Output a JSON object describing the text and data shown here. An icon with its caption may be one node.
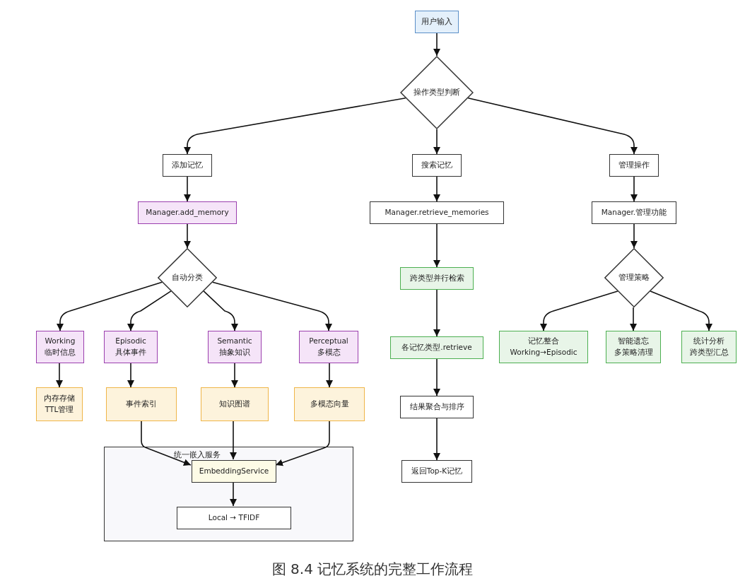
{
  "diagram": {
    "caption": "图 8.4 记忆系统的完整工作流程",
    "nodes": [
      {
        "text": [
          "用户输入"
        ]
      },
      {
        "text": [
          "操作类型判断"
        ]
      },
      {
        "text": [
          "添加记忆"
        ]
      },
      {
        "text": [
          "搜索记忆"
        ]
      },
      {
        "text": [
          "管理操作"
        ]
      },
      {
        "text": [
          "Manager.add_memory"
        ]
      },
      {
        "text": [
          "Manager.retrieve_memories"
        ]
      },
      {
        "text": [
          "Manager.管理功能"
        ]
      },
      {
        "text": [
          "自动分类"
        ]
      },
      {
        "text": [
          "跨类型并行检索"
        ]
      },
      {
        "text": [
          "管理策略"
        ]
      },
      {
        "text": [
          "Working",
          "临时信息"
        ]
      },
      {
        "text": [
          "Episodic",
          "具体事件"
        ]
      },
      {
        "text": [
          "Semantic",
          "抽象知识"
        ]
      },
      {
        "text": [
          "Perceptual",
          "多模态"
        ]
      },
      {
        "text": [
          "记忆整合",
          "Working→Episodic"
        ]
      },
      {
        "text": [
          "智能遗忘",
          "多策略清理"
        ]
      },
      {
        "text": [
          "统计分析",
          "跨类型汇总"
        ]
      },
      {
        "text": [
          "各记忆类型.retrieve"
        ]
      },
      {
        "text": [
          "内存存储",
          "TTL管理"
        ]
      },
      {
        "text": [
          "事件索引"
        ]
      },
      {
        "text": [
          "知识图谱"
        ]
      },
      {
        "text": [
          "多模态向量"
        ]
      },
      {
        "text": [
          "结果聚合与排序"
        ]
      },
      {
        "text": [
          "统一嵌入服务"
        ]
      },
      {
        "text": [
          "EmbeddingService"
        ],
        "in": 24
      },
      {
        "text": [
          "返回Top-K记忆"
        ]
      },
      {
        "text": [
          "Local → TFIDF"
        ],
        "in": 24
      }
    ],
    "edges": [
      {
        "from": 0,
        "to": 1,
        "arrow": "to"
      },
      {
        "from": 1,
        "to": 2,
        "arrow": "to"
      },
      {
        "from": 1,
        "to": 3,
        "arrow": "to"
      },
      {
        "from": 1,
        "to": 4,
        "arrow": "to"
      },
      {
        "from": 2,
        "to": 5,
        "arrow": "to"
      },
      {
        "from": 3,
        "to": 6,
        "arrow": "to"
      },
      {
        "from": 4,
        "to": 7,
        "arrow": "to"
      },
      {
        "from": 5,
        "to": 8,
        "arrow": "to"
      },
      {
        "from": 6,
        "to": 9,
        "arrow": "to"
      },
      {
        "from": 7,
        "to": 10,
        "arrow": "to"
      },
      {
        "from": 8,
        "to": 11,
        "arrow": "to"
      },
      {
        "from": 8,
        "to": 12,
        "arrow": "to"
      },
      {
        "from": 8,
        "to": 13,
        "arrow": "to"
      },
      {
        "from": 8,
        "to": 14,
        "arrow": "to"
      },
      {
        "from": 10,
        "to": 15,
        "arrow": "to"
      },
      {
        "from": 10,
        "to": 16,
        "arrow": "to"
      },
      {
        "from": 10,
        "to": 17,
        "arrow": "to"
      },
      {
        "from": 9,
        "to": 18,
        "arrow": "to"
      },
      {
        "from": 11,
        "to": 19,
        "arrow": "to"
      },
      {
        "from": 12,
        "to": 20,
        "arrow": "to"
      },
      {
        "from": 13,
        "to": 21,
        "arrow": "to"
      },
      {
        "from": 14,
        "to": 22,
        "arrow": "to"
      },
      {
        "from": 18,
        "to": 23,
        "arrow": "to"
      },
      {
        "from": 20,
        "to": 25,
        "arrow": "to"
      },
      {
        "from": 21,
        "to": 25,
        "arrow": "to"
      },
      {
        "from": 22,
        "to": 25,
        "arrow": "to"
      },
      {
        "from": 23,
        "to": 26,
        "arrow": "to"
      },
      {
        "from": 25,
        "to": 27,
        "arrow": "to"
      }
    ]
  }
}
